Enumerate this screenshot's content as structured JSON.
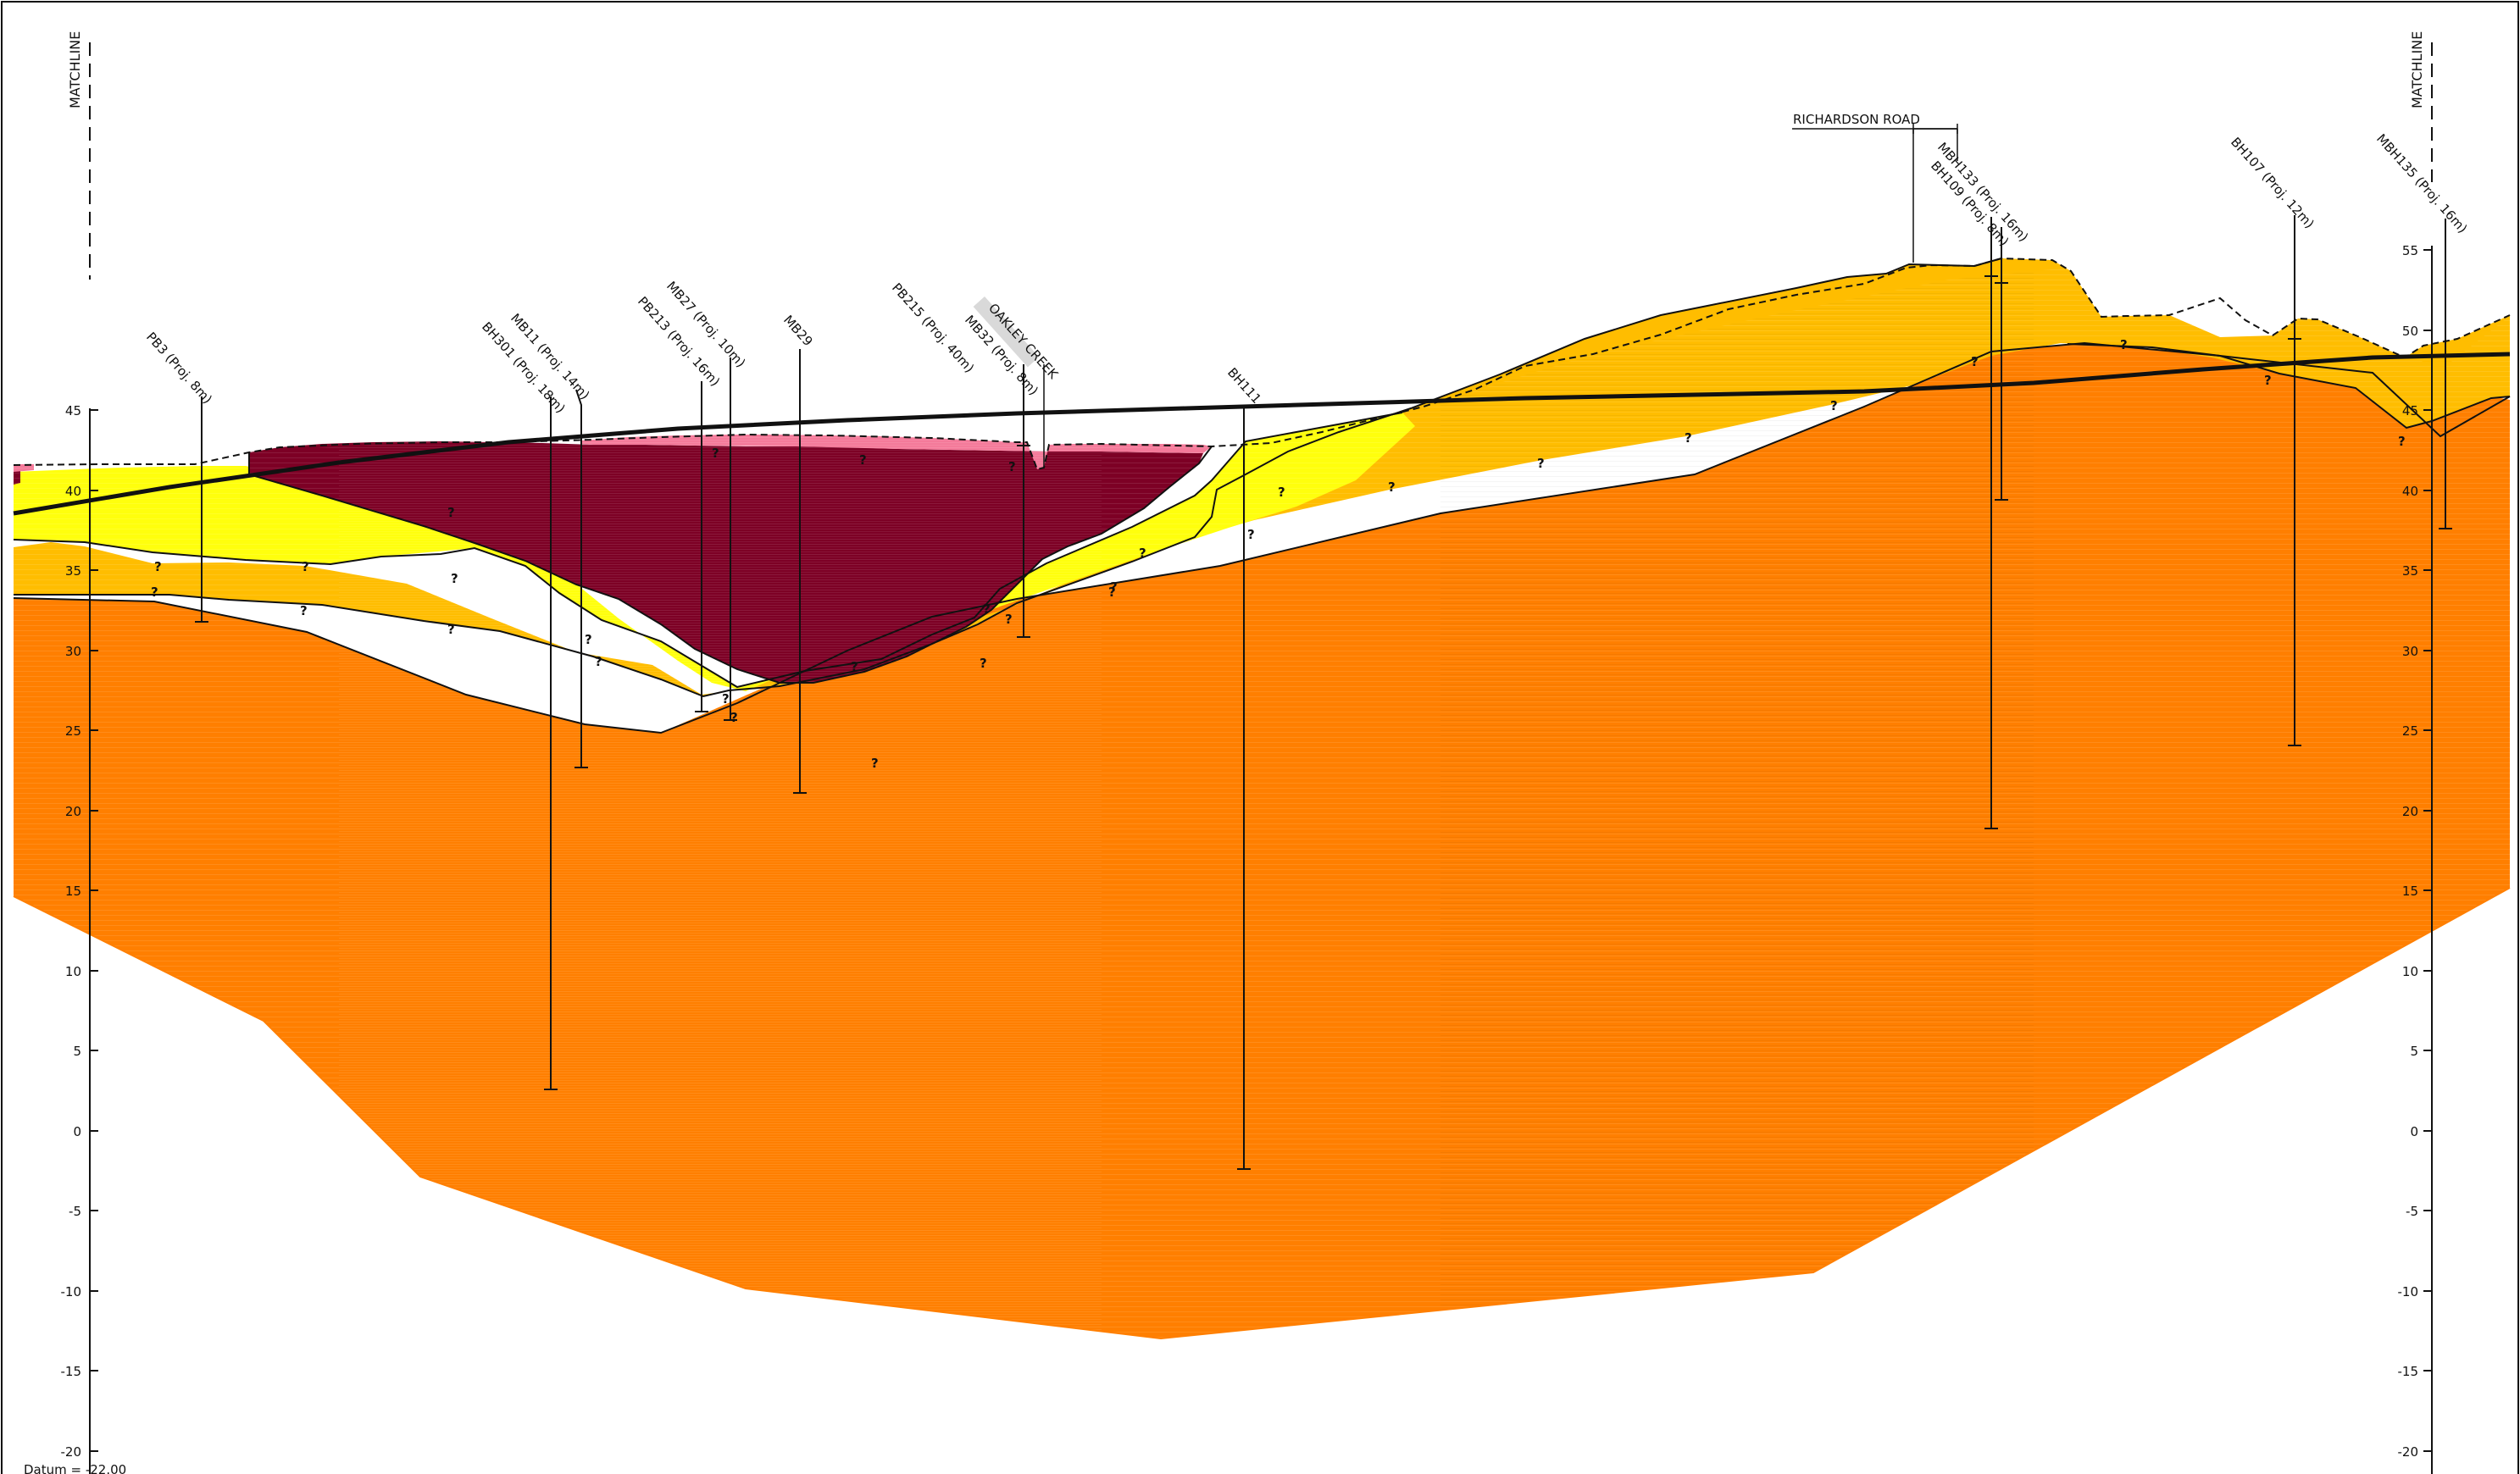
{
  "axis": {
    "left_ticks": [
      "45",
      "40",
      "35",
      "30",
      "25",
      "20",
      "15",
      "10",
      "5",
      "0",
      "-5",
      "-10",
      "-15",
      "-20"
    ],
    "right_ticks": [
      "55",
      "50",
      "45",
      "40",
      "35",
      "30",
      "25",
      "20",
      "15",
      "10",
      "5",
      "0",
      "-5",
      "-10",
      "-15",
      "-20"
    ]
  },
  "datum": "Datum = -22.00",
  "matchline_left": "MATCHLINE",
  "matchline_right": "MATCHLINE",
  "road_label": "RICHARDSON ROAD",
  "creek_label": "OAKLEY CREEK",
  "boreholes": [
    {
      "label": "PB3 (Proj. 8m)"
    },
    {
      "label": "BH301 (Proj. 18m)"
    },
    {
      "label": "MB11 (Proj. 14m)"
    },
    {
      "label": "PB213 (Proj. 16m)"
    },
    {
      "label": "MB27 (Proj. 10m)"
    },
    {
      "label": "MB29"
    },
    {
      "label": "PB215 (Proj. 40m)"
    },
    {
      "label": "MB32 (Proj. 8m)"
    },
    {
      "label": "BH111"
    },
    {
      "label": "MBH133 (Proj. 16m)"
    },
    {
      "label": "BH109 (Proj. 8m)"
    },
    {
      "label": "BH107 (Proj. 12m)"
    },
    {
      "label": "MBH135 (Proj. 16m)"
    }
  ],
  "uncertain_mark": "?",
  "colors": {
    "deep_orange": "#ff7f00",
    "light_orange": "#ffbd00",
    "yellow": "#ffff0d",
    "maroon": "#7d0025",
    "pink": "#f47a9a",
    "outline": "#111111"
  }
}
